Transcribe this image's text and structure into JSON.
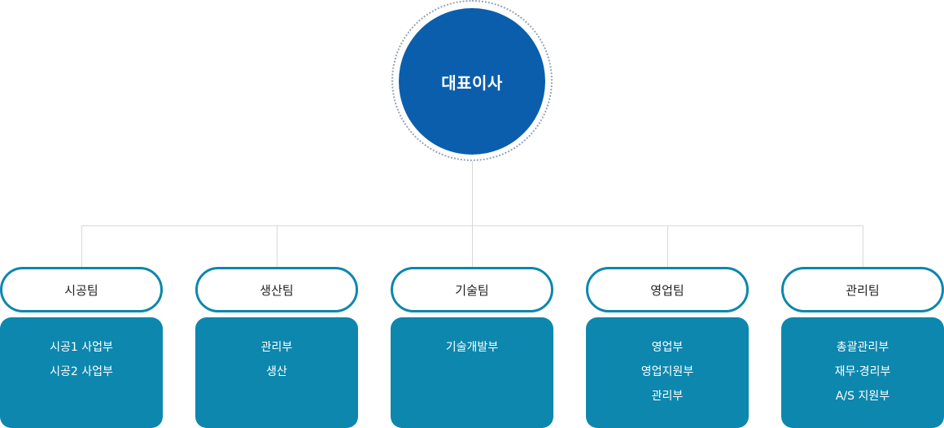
{
  "ceo": {
    "label": "대표이사"
  },
  "teams": [
    {
      "name": "시공팀",
      "departments": [
        "시공1 사업부",
        "시공2 사업부"
      ]
    },
    {
      "name": "생산팀",
      "departments": [
        "관리부",
        "생산"
      ]
    },
    {
      "name": "기술팀",
      "departments": [
        "기술개발부"
      ]
    },
    {
      "name": "영업팀",
      "departments": [
        "영업부",
        "영업지원부",
        "관리부"
      ]
    },
    {
      "name": "관리팀",
      "departments": [
        "총괄관리부",
        "재무·경리부",
        "A/S 지원부"
      ]
    }
  ],
  "colors": {
    "ceo": "#0b5eab",
    "team_border": "#0d87ad",
    "dept_box": "#0d87ad",
    "connector": "#d6d9dd"
  }
}
